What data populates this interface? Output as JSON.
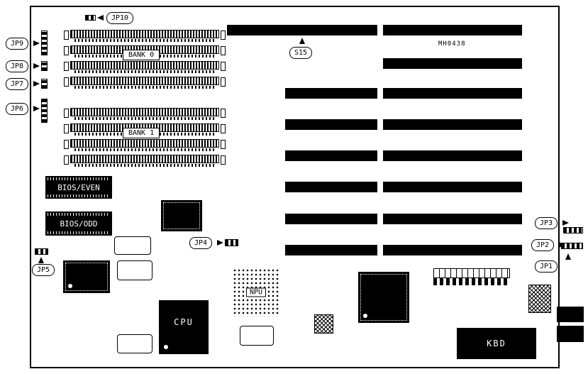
{
  "labels": {
    "jp1": "JP1",
    "jp2": "JP2",
    "jp3": "JP3",
    "jp4": "JP4",
    "jp5": "JP5",
    "jp6": "JP6",
    "jp7": "JP7",
    "jp8": "JP8",
    "jp9": "JP9",
    "jp10": "JP10",
    "s15": "S15",
    "bank0": "BANK 0",
    "bank1": "BANK 1",
    "bios_even": "BIOS/EVEN",
    "bios_odd": "BIOS/ODD",
    "cpu": "CPU",
    "npu": "NPU",
    "kbd": "KBD",
    "model": "MH0438"
  },
  "colors": {
    "ink": "#000000",
    "paper": "#ffffff"
  }
}
